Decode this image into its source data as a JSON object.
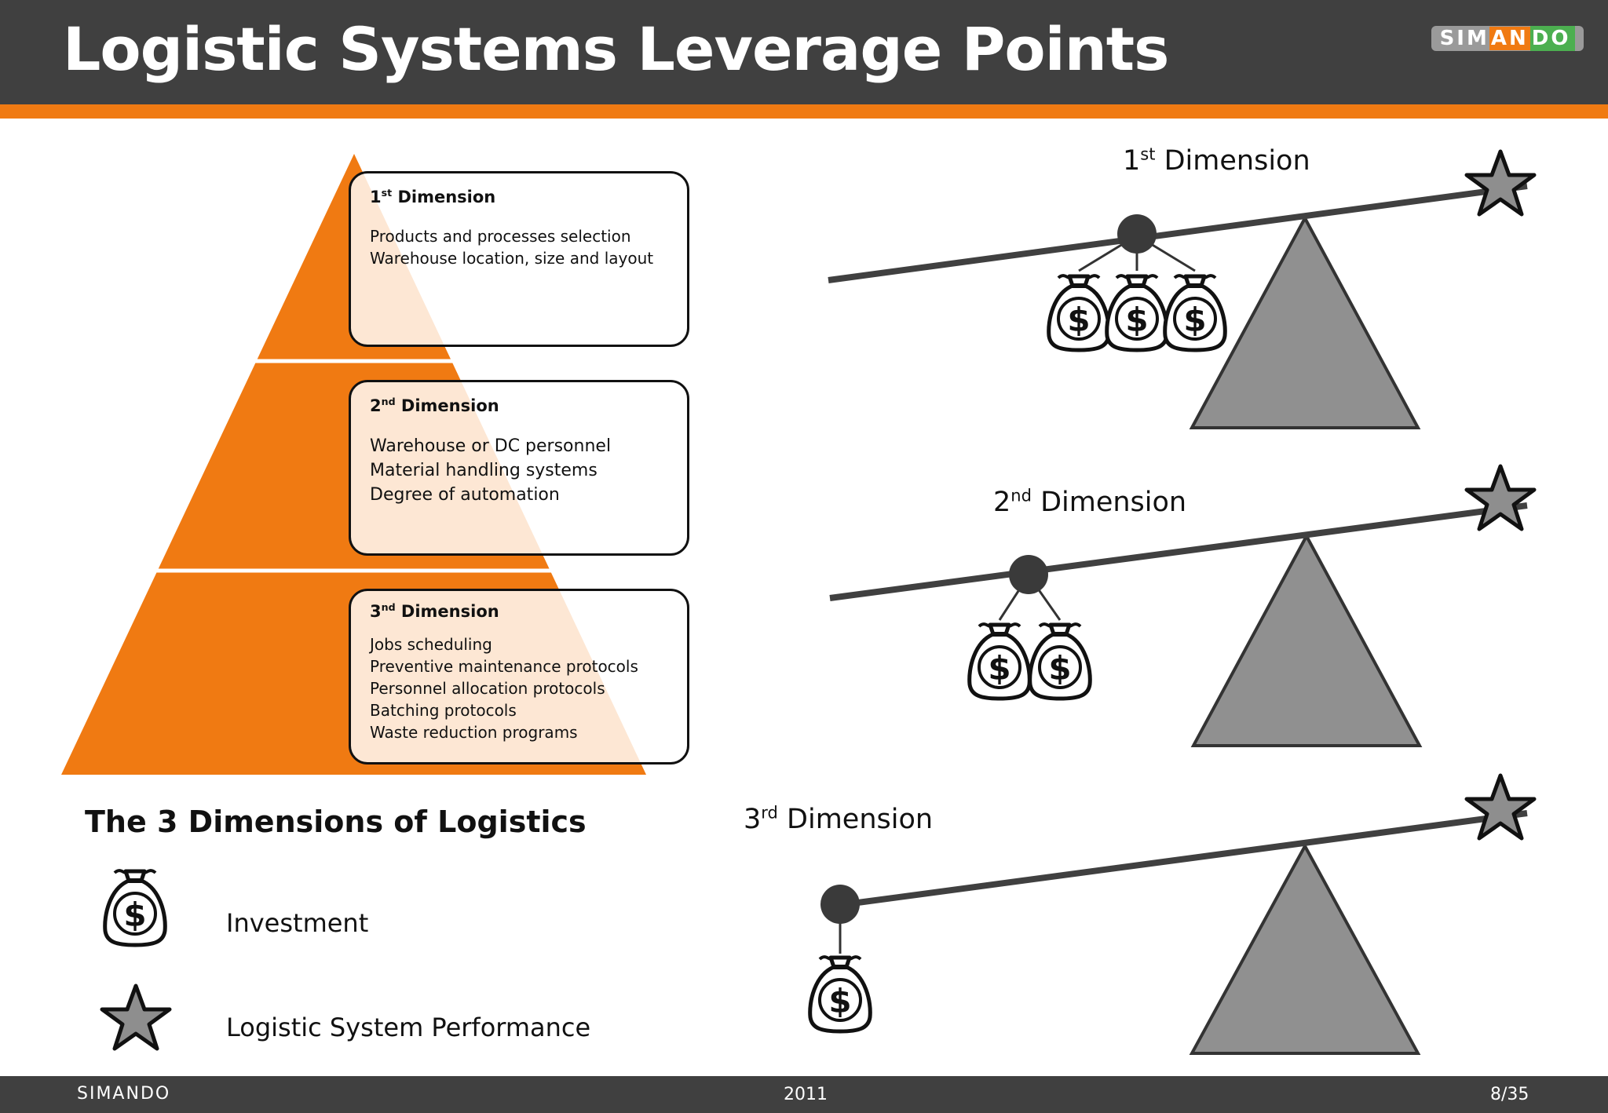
{
  "header": {
    "title": "Logistic Systems Leverage Points",
    "logo": {
      "part1": "SIM",
      "part2": "AN",
      "part3": "DO"
    }
  },
  "pyramid": {
    "levels": [
      {
        "ordinal": "1",
        "suffix": "st",
        "label": "Dimension",
        "items": [
          "Products and processes  selection",
          "Warehouse location, size and layout"
        ]
      },
      {
        "ordinal": "2",
        "suffix": "nd",
        "label": "Dimension",
        "items": [
          "Warehouse or DC personnel",
          "Material handling systems",
          "Degree of automation"
        ]
      },
      {
        "ordinal": "3",
        "suffix": "nd",
        "label": "Dimension",
        "items": [
          "Jobs scheduling",
          "Preventive maintenance protocols",
          "Personnel allocation protocols",
          "Batching protocols",
          "Waste reduction  programs"
        ]
      }
    ],
    "colors": {
      "fill": "#f07a12",
      "divider": "#ffffff"
    }
  },
  "levers": [
    {
      "ordinal": "1",
      "suffix": "st",
      "label": "Dimension",
      "money_bags": 3
    },
    {
      "ordinal": "2",
      "suffix": "nd",
      "label": "Dimension",
      "money_bags": 2
    },
    {
      "ordinal": "3",
      "suffix": "rd",
      "label": "Dimension",
      "money_bags": 1
    }
  ],
  "legend": {
    "title": "The 3 Dimensions of Logistics",
    "items": [
      {
        "icon": "money-bag-icon",
        "label": "Investment"
      },
      {
        "icon": "star-icon",
        "label": "Logistic System Performance"
      }
    ]
  },
  "colors": {
    "header": "#404040",
    "accent": "#f07a12",
    "fulcrum": "#909090",
    "beam": "#404040"
  },
  "footer": {
    "brand": "SIMANDO",
    "year": "2011",
    "page": "8/35"
  }
}
